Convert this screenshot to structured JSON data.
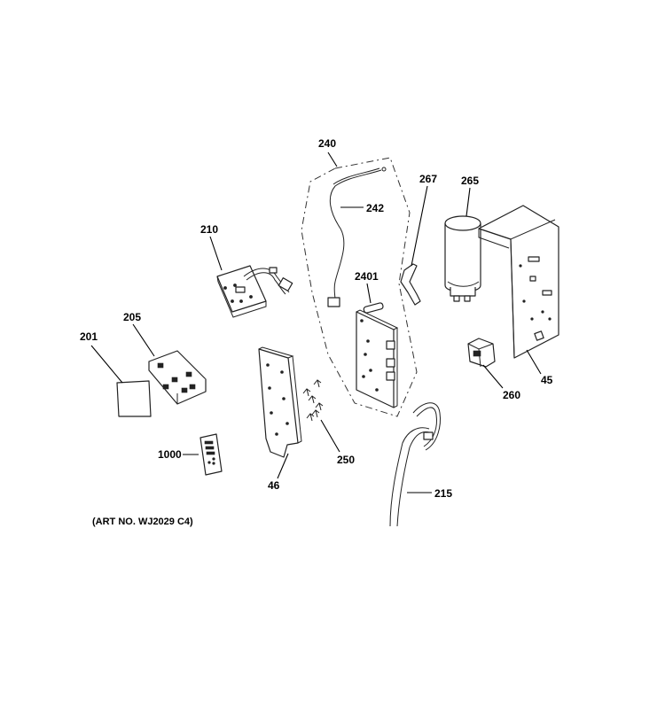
{
  "labels": {
    "p240": "240",
    "p242": "242",
    "p267": "267",
    "p265": "265",
    "p210": "210",
    "p2401": "2401",
    "p205": "205",
    "p201": "201",
    "p260": "260",
    "p45": "45",
    "p250": "250",
    "p1000": "1000",
    "p46": "46",
    "p215": "215"
  },
  "art_number": "(ART NO. WJ2029 C4)"
}
